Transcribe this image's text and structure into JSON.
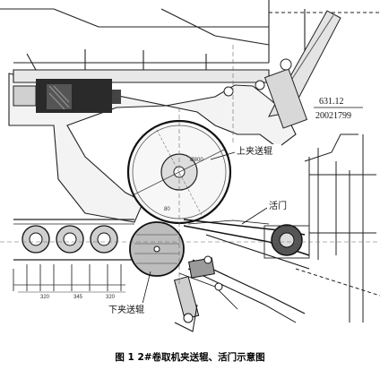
{
  "labels": {
    "upper_pinch_roll": "上夹送辊",
    "gate": "活门",
    "lower_pinch_roll": "下夹送辊"
  },
  "drawing_number": {
    "line1": "631.12",
    "line2": "20021799"
  },
  "dimensions": {
    "roll_diameter": "Ø800",
    "d1": "80",
    "d2": "320",
    "d3": "345",
    "d4": "320"
  },
  "caption": "图 1    2#卷取机夹送辊、活门示意图"
}
